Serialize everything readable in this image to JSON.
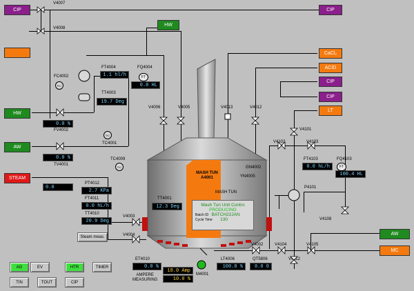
{
  "sources_left": {
    "cip": "CIP",
    "hw": "HW",
    "aw": "AW",
    "steam": "STEAM",
    "blank": ""
  },
  "hw_top": "HW",
  "right_outputs": {
    "cacl2": "CaCl₂",
    "acid": "ACID",
    "cip1": "CIP",
    "cip2": "CIP",
    "lt": "LT",
    "cip_top": "CIP",
    "aw": "AW",
    "mc": "MC"
  },
  "tags": {
    "v4007": "V4007",
    "v4008": "V4008",
    "ft4004": "FT4004",
    "fq4004": "FQ4004",
    "fc4002": "FC4002",
    "tt4003": "TT4003",
    "v4006": "V4006",
    "v4005": "V4005",
    "v4013": "V4013",
    "v4012": "V4012",
    "fv4002": "FV4002",
    "tc4001": "TC4001",
    "tv4001": "TV4001",
    "tc4009": "TC4009",
    "pt4012": "PT4012",
    "ft4011": "FT4011",
    "tt4010": "TT4010",
    "tt4001": "TT4001",
    "v4003": "V4003",
    "v4004": "V4004",
    "v4101": "V4101",
    "v4102": "V4102",
    "v4103": "V4103",
    "ft4103": "FT4103",
    "fq4103": "FQ4103",
    "p4101": "P4101",
    "v4108": "V4108",
    "v4002": "V4002",
    "v4104": "V4104",
    "v4105": "V4105",
    "v4112": "V4112",
    "gn4002": "GN4002",
    "yn4005": "YN4005",
    "mash_tun_tag": "MASH TUN\nA4001",
    "mash_tun_line": "MASH TUN",
    "et4010": "ET4010",
    "ampere": "AMPERE\nMEASURING",
    "m4001": "M4001",
    "lt4006": "LT4006",
    "qt5806": "QT5806",
    "ft": "FT",
    "fc": "FIC",
    "tc": "TIC",
    "tic": "TIC",
    "fq": "FT"
  },
  "readouts": {
    "ft4004": "1.1 hl/h",
    "fq4004": "0.0 HL",
    "tt4003": "19.7 Deg",
    "fv4002": "0.0 %",
    "tv4001": "0.0 %",
    "steam_val": "0.0",
    "pt4012": "2.7 KPa",
    "ft4011": "0.0 hL/h",
    "tt4010": "20.9 Deg",
    "tt4001": "12.3 Deg",
    "ft4103": "0.0 hL/h",
    "fq4103": "100.4 HL",
    "et4010": "0.0 %",
    "amp": "18.0 Amp",
    "amp_pct": "10.0 %",
    "lt4006": "100.0 %",
    "qt5806": "0.0 0"
  },
  "unit_panel": {
    "title": "Mash Tun Unit Contro",
    "status": "PRODUCING",
    "batch_label": "Batch ID",
    "batch_id": "BATCH22JAN",
    "cycle_label": "Cycle Time",
    "cycle_time": "130"
  },
  "steam_meas": "Steam meas.",
  "bottom_buttons": [
    {
      "label": "AG",
      "on": true
    },
    {
      "label": "EV",
      "on": false
    },
    {
      "label": "HTR",
      "on": true
    },
    {
      "label": "TIMER",
      "on": false
    },
    {
      "label": "TIN",
      "on": false
    },
    {
      "label": "TOUT",
      "on": false
    },
    {
      "label": "CIP",
      "on": false
    }
  ],
  "colors": {
    "cip": "#8b1f8b",
    "hw": "#1f8a1f",
    "aw": "#1f8a1f",
    "steam": "#e01818",
    "orange": "#f47a10",
    "lt": "#f47a10",
    "readout_text": "#7fd6ff",
    "panel_green": "#3ee03e"
  }
}
